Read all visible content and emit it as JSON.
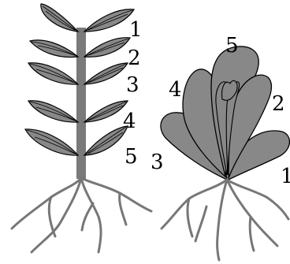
{
  "left_plant": {
    "labels": [
      "1",
      "2",
      "3",
      "4",
      "5"
    ]
  },
  "right_plant": {
    "labels": [
      "1",
      "2",
      "3",
      "4",
      "5"
    ]
  },
  "colors": {
    "leaf": "#888888",
    "stem": "#7a7a7a",
    "root": "#777777",
    "outline": "#000000"
  }
}
